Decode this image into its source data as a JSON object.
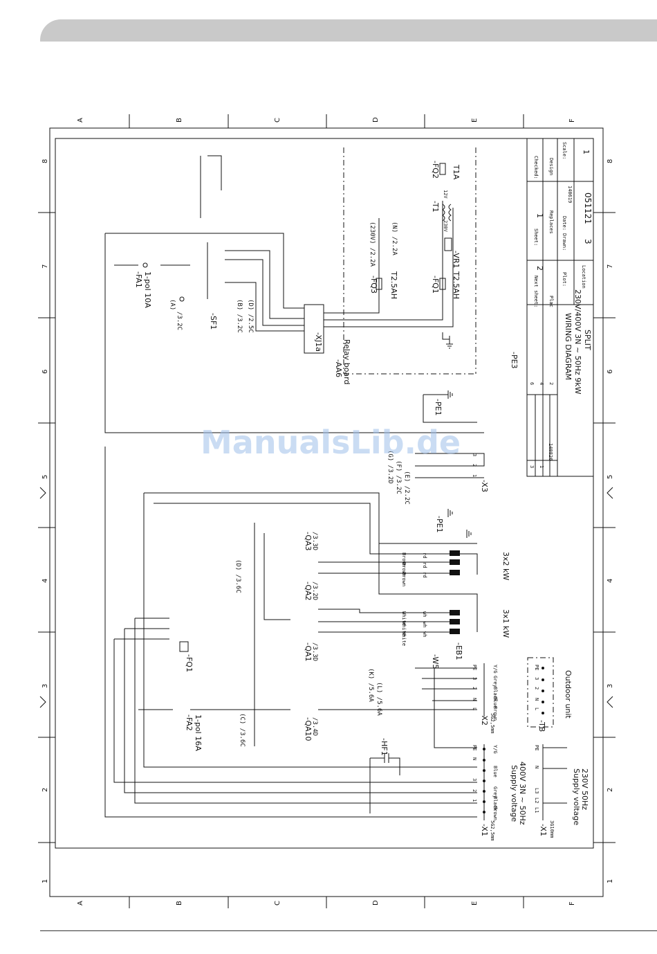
{
  "grid": {
    "cols": [
      "A",
      "B",
      "C",
      "D",
      "E",
      "F"
    ],
    "rows": [
      "8",
      "7",
      "6",
      "5",
      "4",
      "3",
      "2",
      "1"
    ]
  },
  "title_block": {
    "title_line1": "WIRING DIAGRAM",
    "title_line2": "230V/400V 3N ~ 50Hz 9kW",
    "title_line3": "SPLIT",
    "checked_label": "Checked:",
    "design_label": "Design",
    "scale_label": "Scale:",
    "scale_value": "1",
    "sheet_label": "Sheet:",
    "sheet_value": "1",
    "replaces_label": "Replaces",
    "date_label": "Date:",
    "date_value": "140619",
    "drawn_label": "Drawn:",
    "drawing_number": "051121",
    "drawing_sheet": "3",
    "next_sheet_label": "Next sheet:",
    "next_sheet_value": "2",
    "plot_label": "Plot:",
    "plac_label": "Plac",
    "location_label": "Location",
    "rev_rows": [
      "6",
      "4",
      "2",
      "3",
      "1"
    ],
    "rev_date": "140826"
  },
  "watermark": "ManualsLib.de",
  "components": {
    "fa1": "-FA1",
    "fa1_rating": "1-pol 10A",
    "sf1": "-SF1",
    "xj1a": "-XJ1a",
    "aa6": "-AA6",
    "aa6_desc": "Relay board",
    "fq3": "-FQ3",
    "fq3_rating": "T2.5AH",
    "fq1": "-FQ1",
    "fq1_rating": "T2.5AH",
    "fq2": "-FQ2",
    "fq2_rating": "T1A",
    "t1": "-T1",
    "t1_prim": "230V",
    "t1_sec": "12V",
    "vr1": "-VR1",
    "pe3": "-PE3",
    "pe1": "-PE1",
    "pe1b": "-PE1",
    "x3": "-X3",
    "qa3": "-QA3",
    "qa2": "-QA2",
    "qa1": "-QA1",
    "qa10": "-QA10",
    "fq1b": "-FQ1",
    "fa2": "-FA2",
    "fa2_rating": "1-pol 16A",
    "eb1": "-EB1",
    "hf1": "-HF1",
    "x2": "-X2",
    "x1": "-X1",
    "x1b": "-X1",
    "w5": "-W5",
    "tb": "-TB",
    "outdoor_unit": "Outdoor unit",
    "supply_voltage": "Supply voltage",
    "supply_400": "400V 3N ~ 50Hz",
    "supply_230": "230V 50Hz",
    "heater_3x2": "3x2 kW",
    "heater_3x1": "3x1 kW",
    "cable_x2": "5G2,5mm",
    "cable_x1": "5G2,5mm",
    "cable_x1b": "3G10mm"
  },
  "refs": {
    "r_230v": "(230V) /2.2A",
    "r_n": "(N) /2.2A",
    "r_a": "(A)",
    "r_3_2c": "/3.2C",
    "r_b": "(B) /3.2C",
    "r_d": "(D) /2.5C",
    "r_g": "(G) /3.2D",
    "r_f": "(F) /3.2C",
    "r_e": "(E) /2.2C",
    "r_d2": "(D) /3.6C",
    "r_c": "(C) /3.6C",
    "r_k": "(K) /5.6A",
    "r_l": "(L) /5.6A",
    "r_3_3d": "/3.3D",
    "r_3_2d": "/3.2D",
    "r_3_3d_b": "/3.3D",
    "r_3_4d": "/3.4D"
  },
  "terminals": {
    "x1_1": [
      "PE",
      "N",
      "3",
      "2",
      "1"
    ],
    "x1_2": [
      "PE",
      "N",
      "3",
      "2",
      "1"
    ],
    "x2": [
      "PE",
      "3",
      "2",
      "N",
      "L"
    ],
    "tb": [
      "PE",
      "3",
      "2",
      "N",
      "L"
    ],
    "x3": [
      "3",
      "2",
      "1"
    ],
    "x1_3": [
      "PE",
      "N",
      "L3",
      "L2",
      "L1"
    ],
    "x1_4": [
      "PE",
      "N",
      "L3",
      "L2",
      "L1"
    ],
    "wire_colors_x1": [
      "Y/G",
      "Blue",
      "Grey",
      "Black",
      "Brown"
    ],
    "wire_colors_x2": [
      "Y/G",
      "Grey",
      "Black",
      "Blue",
      "Brown"
    ],
    "heater_wires": [
      "Brown",
      "Brown",
      "Brown",
      "White",
      "White",
      "White"
    ],
    "heater_ids": [
      "rd",
      "rd",
      "rd",
      "wh",
      "wh",
      "wh"
    ]
  }
}
